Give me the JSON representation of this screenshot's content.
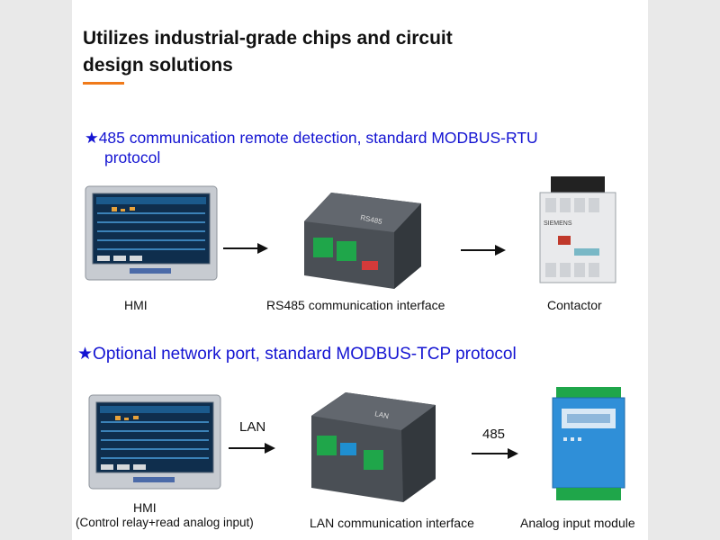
{
  "title": {
    "line1": "Utilizes industrial-grade chips and circuit",
    "line2": "design solutions"
  },
  "colors": {
    "accent": "#f07a1a",
    "section_text": "#1414d2"
  },
  "section1": {
    "star": "★",
    "line1": "485 communication remote detection, standard MODBUS-RTU",
    "line2": "protocol"
  },
  "section1_devices": {
    "hmi": "HMI",
    "rs485": "RS485 communication interface",
    "contactor": "Contactor"
  },
  "section2": {
    "star": "★",
    "text": "Optional network port, standard MODBUS-TCP protocol"
  },
  "section2_devices": {
    "hmi": "HMI",
    "hmi_sub": "(Control relay+read analog input)",
    "lan_arrow": "LAN",
    "lan_interface": "LAN communication interface",
    "arrow_485": "485",
    "analog": "Analog input module"
  },
  "icons": [
    "hmi-panel-icon",
    "rs485-module-icon",
    "contactor-icon",
    "lan-module-icon",
    "analog-module-icon",
    "arrow-right-icon"
  ]
}
